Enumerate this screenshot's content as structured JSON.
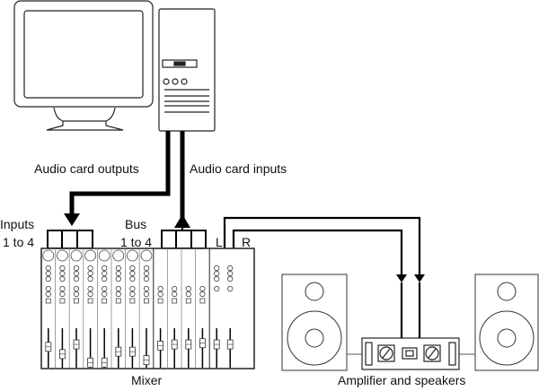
{
  "diagram": {
    "type": "audio-setup",
    "labels": {
      "audio_card_outputs": "Audio card outputs",
      "audio_card_inputs": "Audio card inputs",
      "inputs_line1": "Inputs",
      "inputs_line2": "1 to 4",
      "bus_line1": "Bus",
      "bus_line2": "1 to 4",
      "left": "L",
      "right": "R",
      "mixer": "Mixer",
      "amp_speakers": "Amplifier and speakers"
    },
    "mixer": {
      "input_channels": 8,
      "bus_channels": 4,
      "master_channels": 2,
      "input_fader_levels": [
        0.75,
        0.45,
        0.85,
        0.1,
        0.1,
        0.55,
        0.55,
        0.2
      ],
      "bus_fader_levels": [
        0.8,
        0.85,
        0.85,
        0.9
      ],
      "master_fader_levels": [
        0.85,
        0.85
      ]
    },
    "colors": {
      "line": "#000000",
      "stroke": "#222222",
      "background": "#ffffff"
    }
  }
}
